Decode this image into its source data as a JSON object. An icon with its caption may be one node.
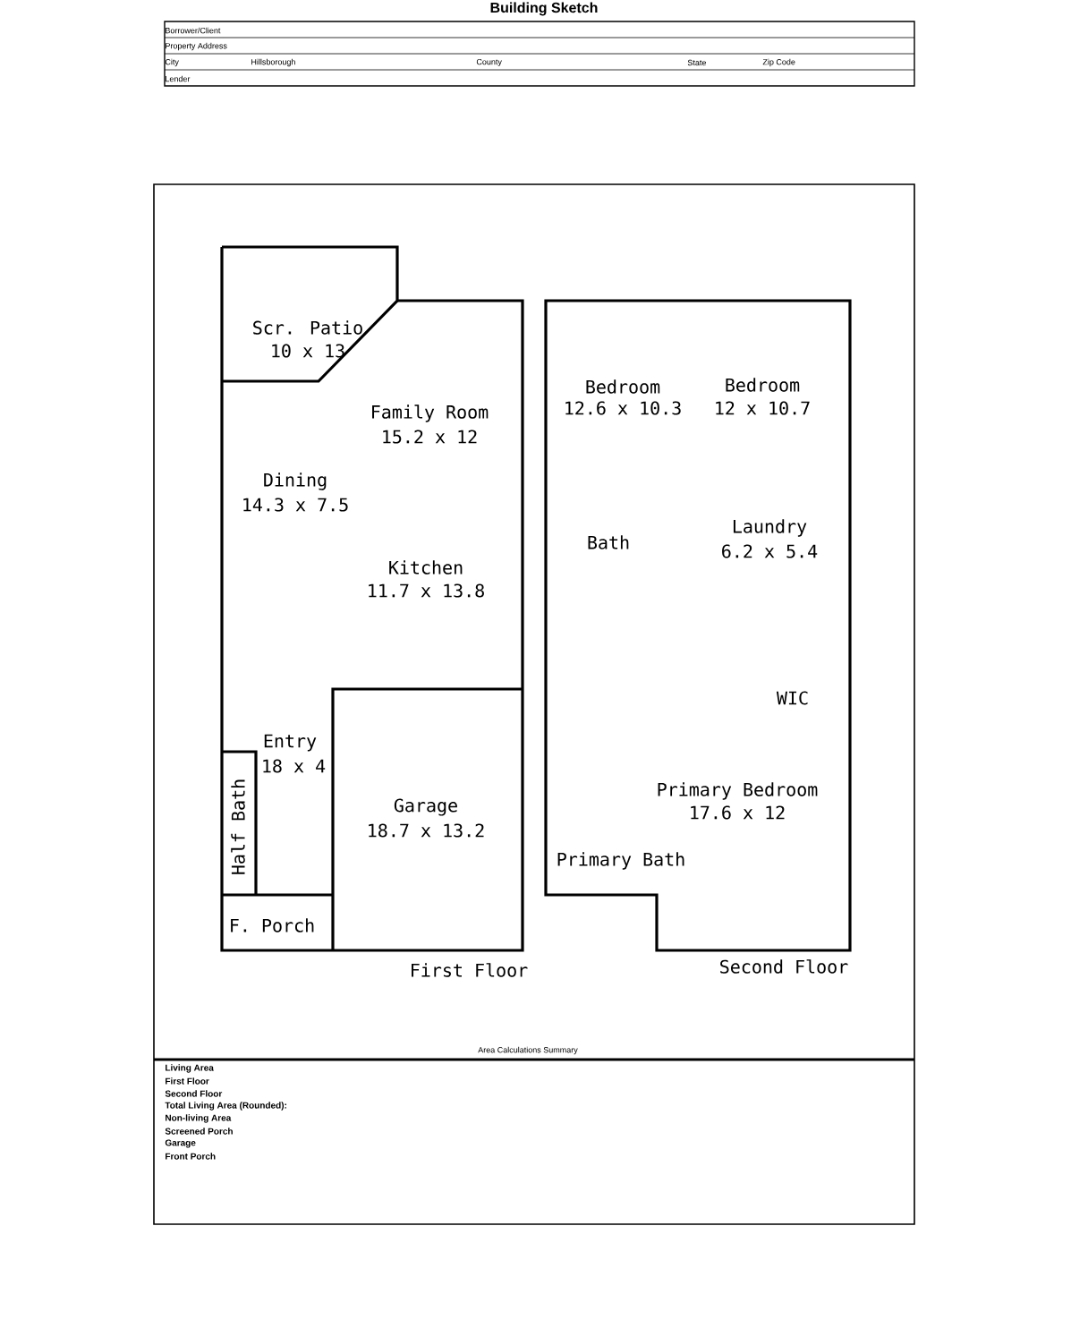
{
  "diagram": {
    "title": "Building Sketch",
    "labels": [
      "Borrower/Client",
      "Property Address",
      "City",
      "Hillsborough",
      "County",
      "State",
      "Zip Code",
      "Lender",
      "Scr. Patio",
      "10 x 13",
      "Family Room",
      "15.2 x 12",
      "Dining",
      "14.3 x 7.5",
      "Kitchen",
      "11.7 x 13.8",
      "Entry",
      "18 x 4",
      "Half Bath",
      "Garage",
      "18.7 x 13.2",
      "F. Porch",
      "First Floor",
      "Bedroom",
      "12.6 x 10.3",
      "Bedroom",
      "12 x 10.7",
      "Bath",
      "Laundry",
      "6.2 x 5.4",
      "WIC",
      "Primary Bedroom",
      "17.6 x 12",
      "Primary Bath",
      "Second Floor",
      "Area Calculations Summary",
      "Living Area",
      "First Floor",
      "Second Floor",
      "Total Living Area (Rounded):",
      "Non-living Area",
      "Screened Porch",
      "Garage",
      "Front Porch"
    ]
  }
}
